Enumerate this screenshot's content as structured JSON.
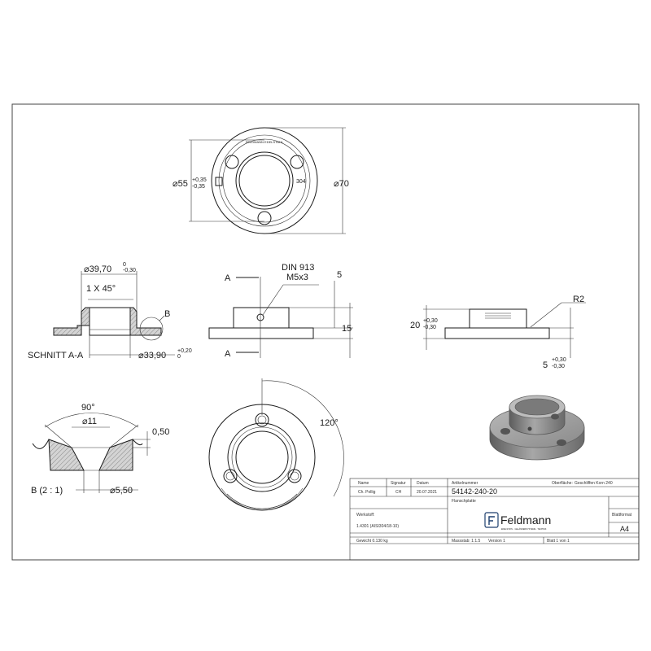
{
  "top_view": {
    "dim_inner": "55",
    "tol_inner_upper": "+0,35",
    "tol_inner_lower": "-0,35",
    "dim_outer": "70",
    "mark_material": "304",
    "mark_brand_text": "FELDMANN EDELSTAHL"
  },
  "section_view": {
    "dim_top": "39,70",
    "tol_top_upper": "0",
    "tol_top_lower": "-0,30",
    "chamfer": "1 X 45°",
    "detail_ref": "B",
    "section_label": "SCHNITT A-A",
    "dim_bottom": "33,90",
    "tol_bottom_upper": "+0,20",
    "tol_bottom_lower": "0"
  },
  "front_view": {
    "screw_norm": "DIN 913",
    "screw_size": "M5x3",
    "section_marker": "A",
    "dim_small": "5",
    "dim_height": "15"
  },
  "right_view": {
    "radius": "R2",
    "dim_height": "20",
    "tol_height_upper": "+0,30",
    "tol_height_lower": "-0,30",
    "dim_plate": "5",
    "tol_plate_upper": "+0,30",
    "tol_plate_lower": "-0,30"
  },
  "detail_view": {
    "angle": "90°",
    "dim_top": "11",
    "dim_depth": "0,50",
    "label": "B (2 : 1)",
    "dim_bottom": "5,50"
  },
  "bottom_view": {
    "angle": "120°"
  },
  "title_block": {
    "header_name": "Name",
    "header_signature": "Signatur",
    "header_date": "Datum",
    "name": "Ch. Pollig",
    "signature": "CH",
    "date": "20.07.2021",
    "article_label": "Artikelnummer",
    "article_number": "54142-240-20",
    "surface_label": "Oberfläche:",
    "surface_value": "Geschliffen Korn 240",
    "product_label": "Flanschplatte",
    "material_label": "Werkstoff:",
    "material_value": "1.4301 (AISI304/18-10)",
    "company": "Feldmann",
    "company_tagline": "EDELSTAHL · GELÄNDERSYSTEME · TECHNIK",
    "format_label": "Blattformat",
    "format_value": "A4",
    "weight": "Gewicht 0.130 kg",
    "scale": "Massstab: 1:1.5",
    "version": "Version 1",
    "sheet": "Blatt 1 von 1"
  },
  "colors": {
    "line": "#1a1a1a",
    "hatch_fill": "#d9d9d9",
    "render_metal": "#8f8f8f",
    "brand": "#1d3f6e"
  }
}
